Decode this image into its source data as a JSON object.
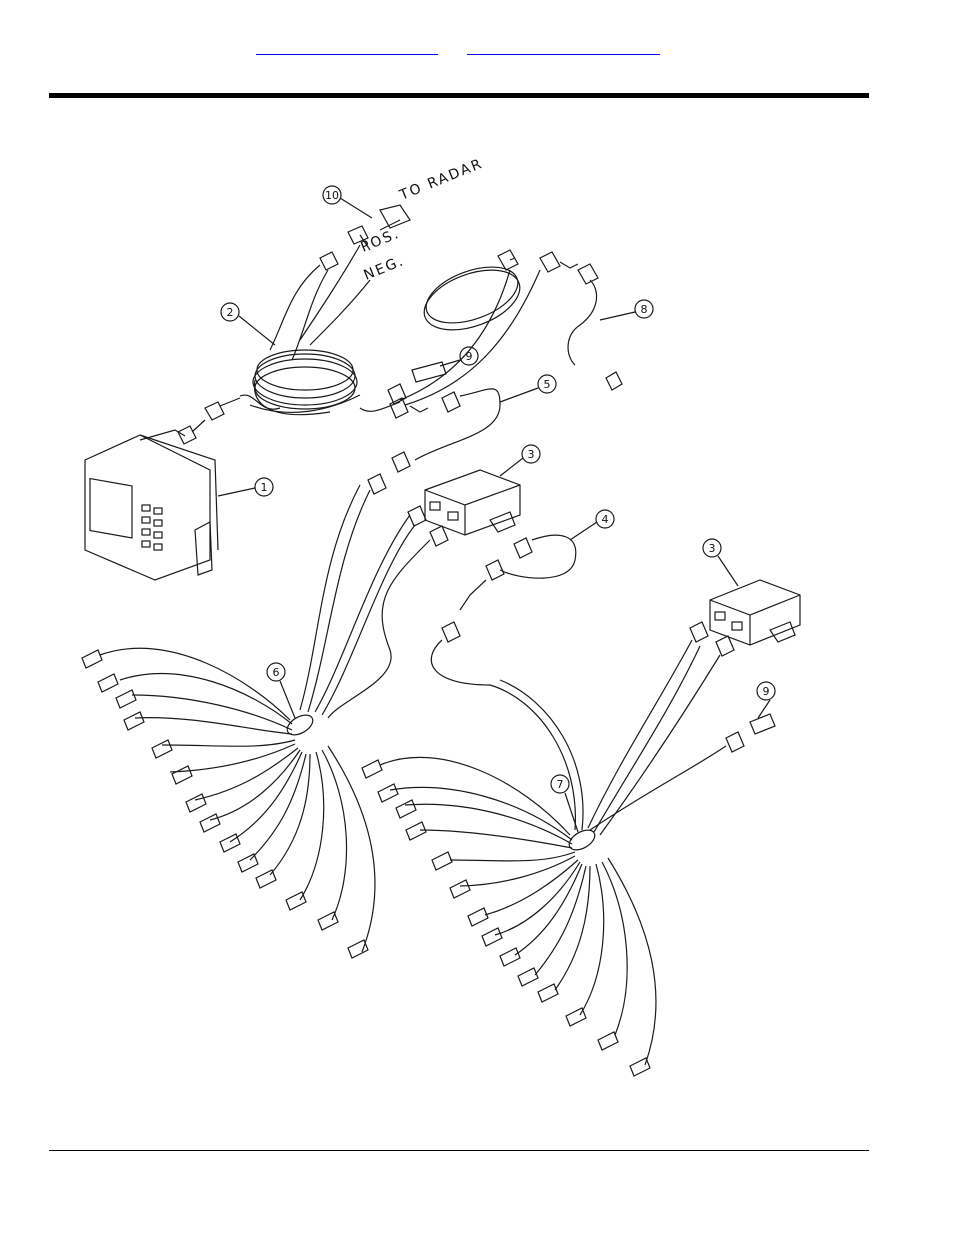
{
  "header": {
    "links": [
      {
        "label": ""
      },
      {
        "label": ""
      }
    ]
  },
  "drawing": {
    "labels": {
      "to_radar": "TO RADAR",
      "pos": "POS.",
      "neg": "NEG."
    },
    "callouts": [
      "10",
      "2",
      "9",
      "5",
      "8",
      "1",
      "3",
      "4",
      "3",
      "6",
      "9",
      "7"
    ]
  },
  "colors": {
    "line": "#1a1a1a",
    "rule": "#000000",
    "link": "#0000ee"
  }
}
